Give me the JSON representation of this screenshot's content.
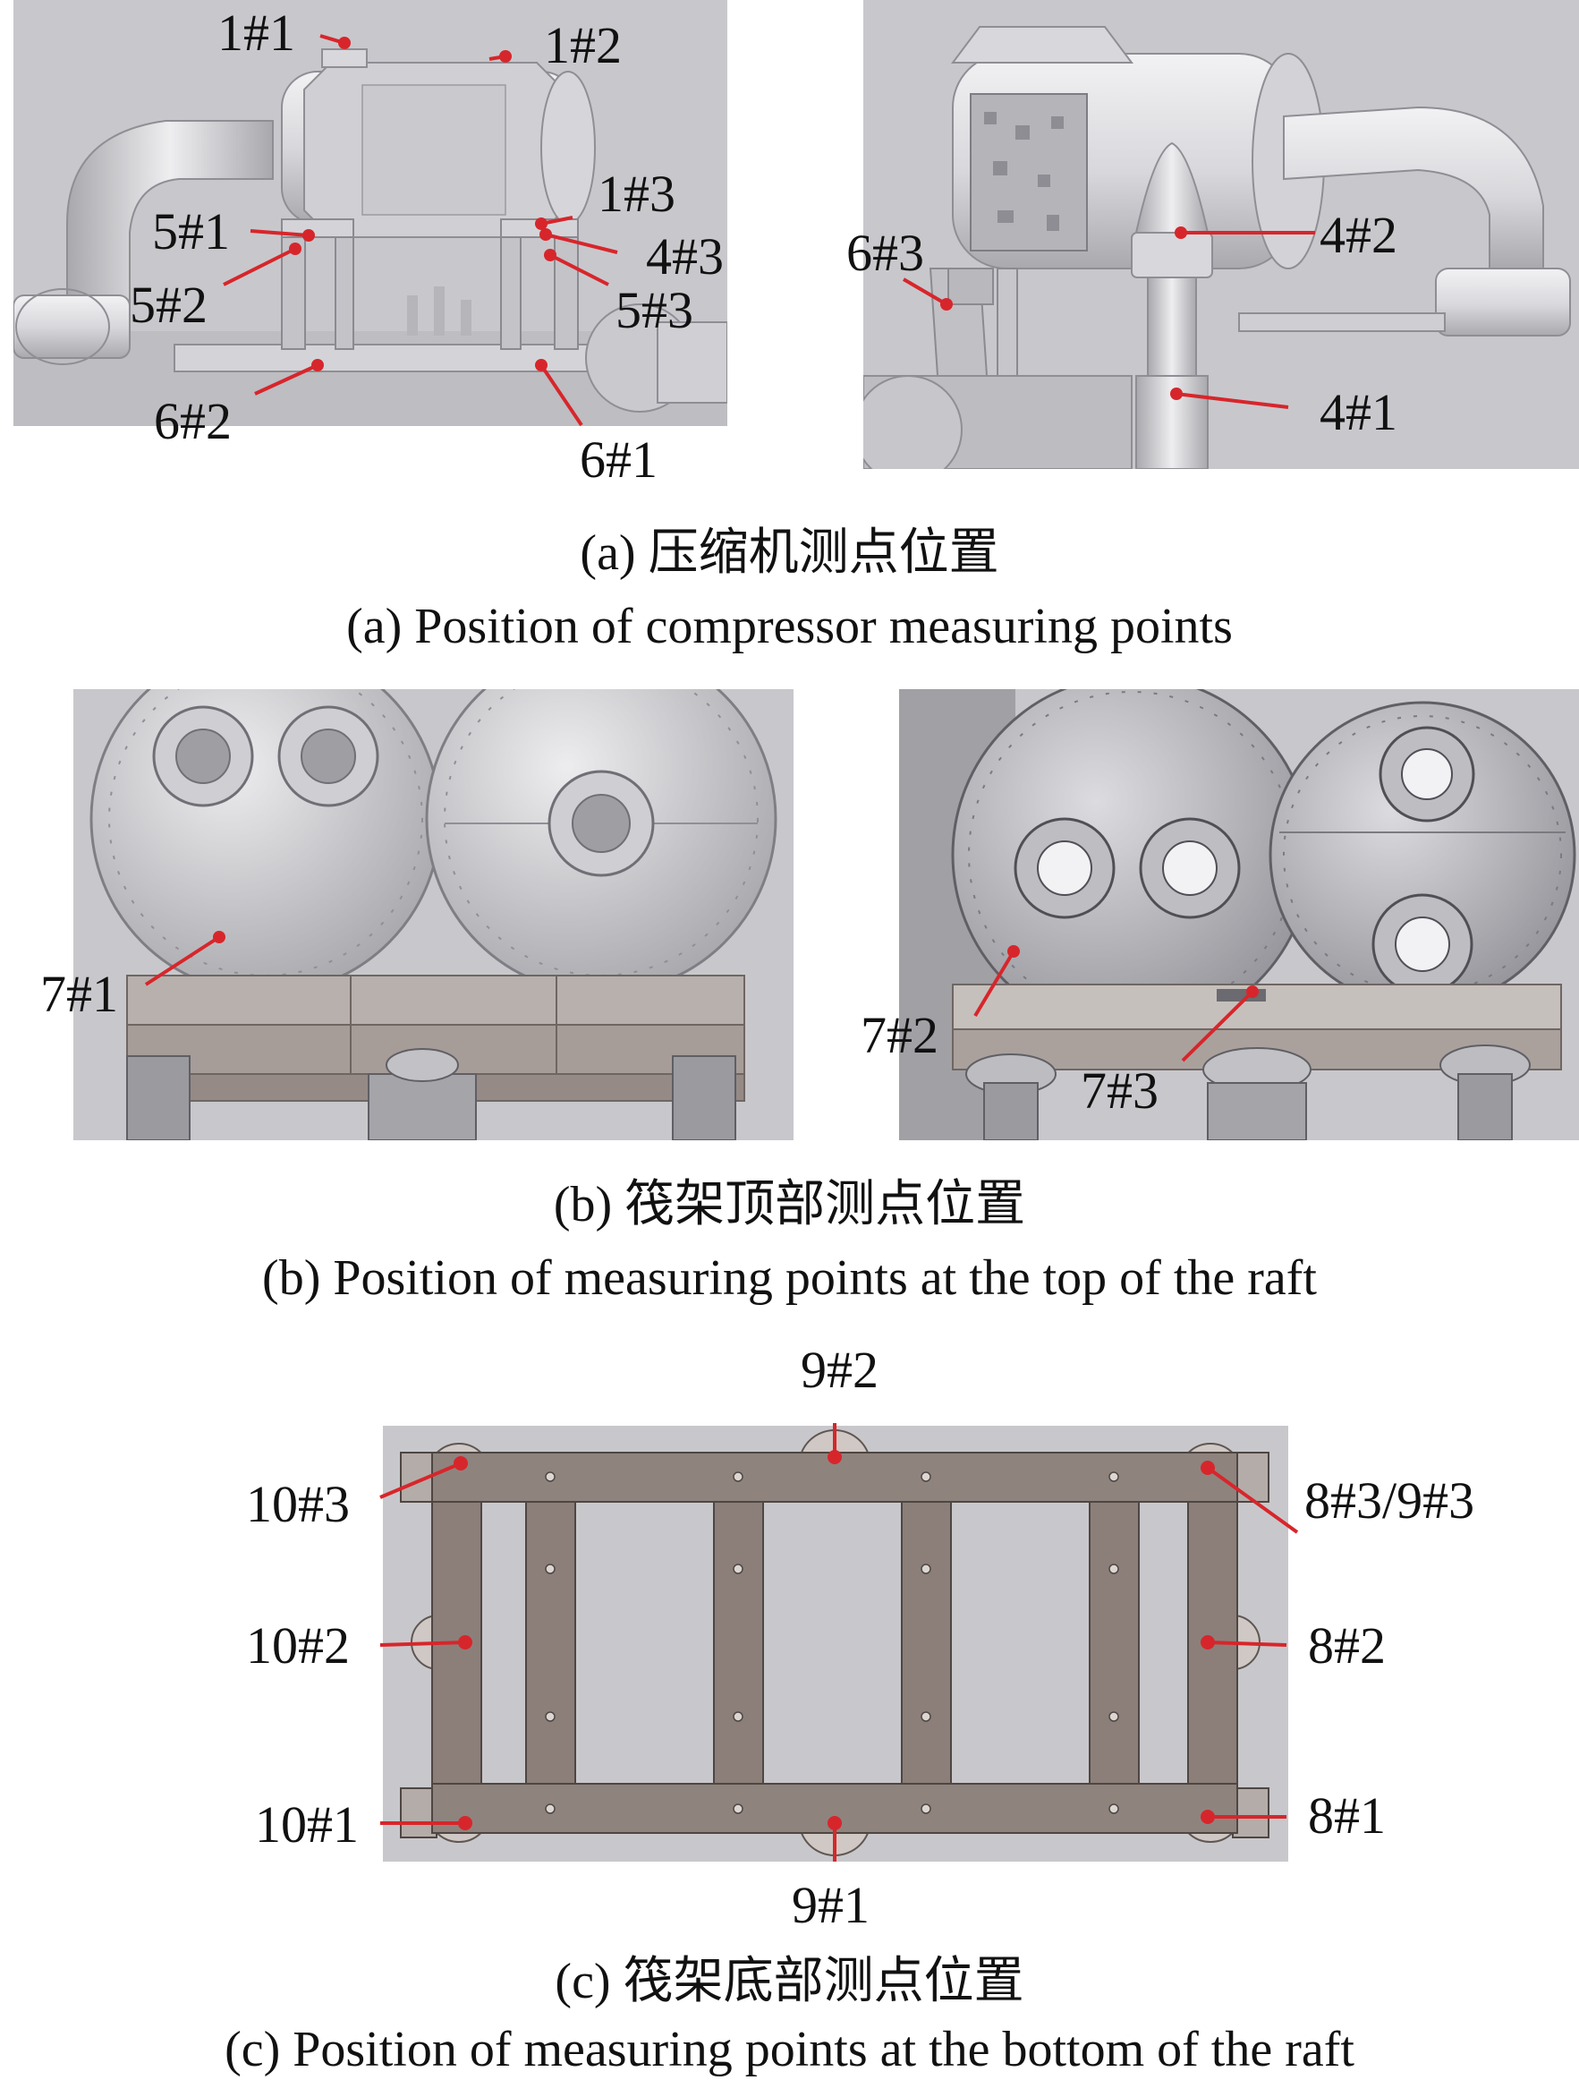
{
  "panels": {
    "a": {
      "caption_zh": "(a)  压缩机测点位置",
      "caption_en": "(a)  Position of compressor measuring points",
      "labels": [
        "1#1",
        "1#2",
        "1#3",
        "5#1",
        "4#3",
        "5#2",
        "5#3",
        "6#2",
        "6#1",
        "6#3",
        "4#2",
        "4#1"
      ]
    },
    "b": {
      "caption_zh": "(b)  筏架顶部测点位置",
      "caption_en": "(b)  Position of measuring points at the top of the raft",
      "labels": [
        "7#1",
        "7#2",
        "7#3"
      ]
    },
    "c": {
      "caption_zh": "(c)  筏架底部测点位置",
      "caption_en": "(c)  Position of measuring points at the bottom of the raft",
      "labels": [
        "9#2",
        "10#3",
        "8#3/9#3",
        "10#2",
        "8#2",
        "10#1",
        "8#1",
        "9#1"
      ]
    }
  },
  "colors": {
    "marker": "#d7262b",
    "background": "#c8c8cc",
    "frame": "#8a7c78"
  }
}
